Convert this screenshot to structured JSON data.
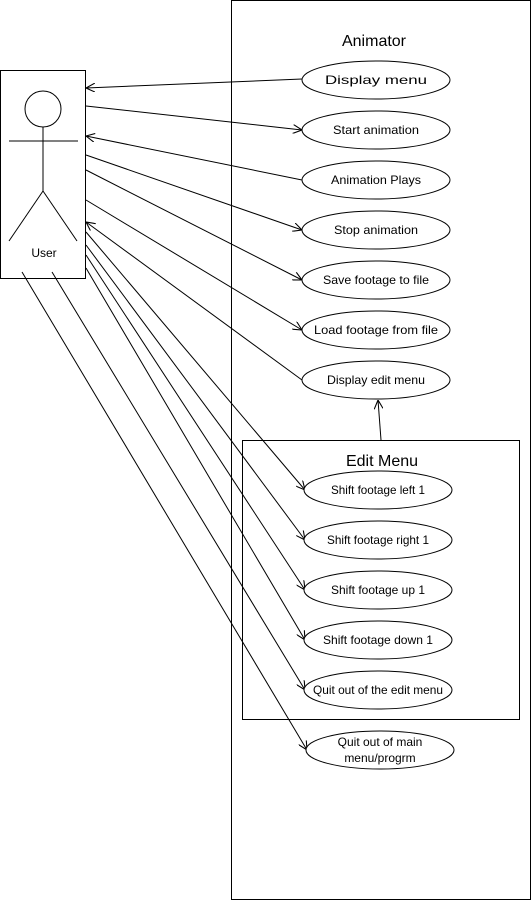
{
  "actor": {
    "label": "User"
  },
  "system": {
    "title": "Animator"
  },
  "edit_menu": {
    "title": "Edit Menu"
  },
  "use_cases": {
    "display_menu": "Display menu",
    "start_animation": "Start animation",
    "animation_plays": "Animation Plays",
    "stop_animation": "Stop animation",
    "save_footage": "Save footage to file",
    "load_footage": "Load footage from file",
    "display_edit_menu": "Display edit menu",
    "shift_left": "Shift footage left 1",
    "shift_right": "Shift footage right 1",
    "shift_up": "Shift footage up 1",
    "shift_down": "Shift footage down 1",
    "quit_edit": "Quit out of the edit menu",
    "quit_main_line1": "Quit out of main",
    "quit_main_line2": "menu/progrm"
  }
}
